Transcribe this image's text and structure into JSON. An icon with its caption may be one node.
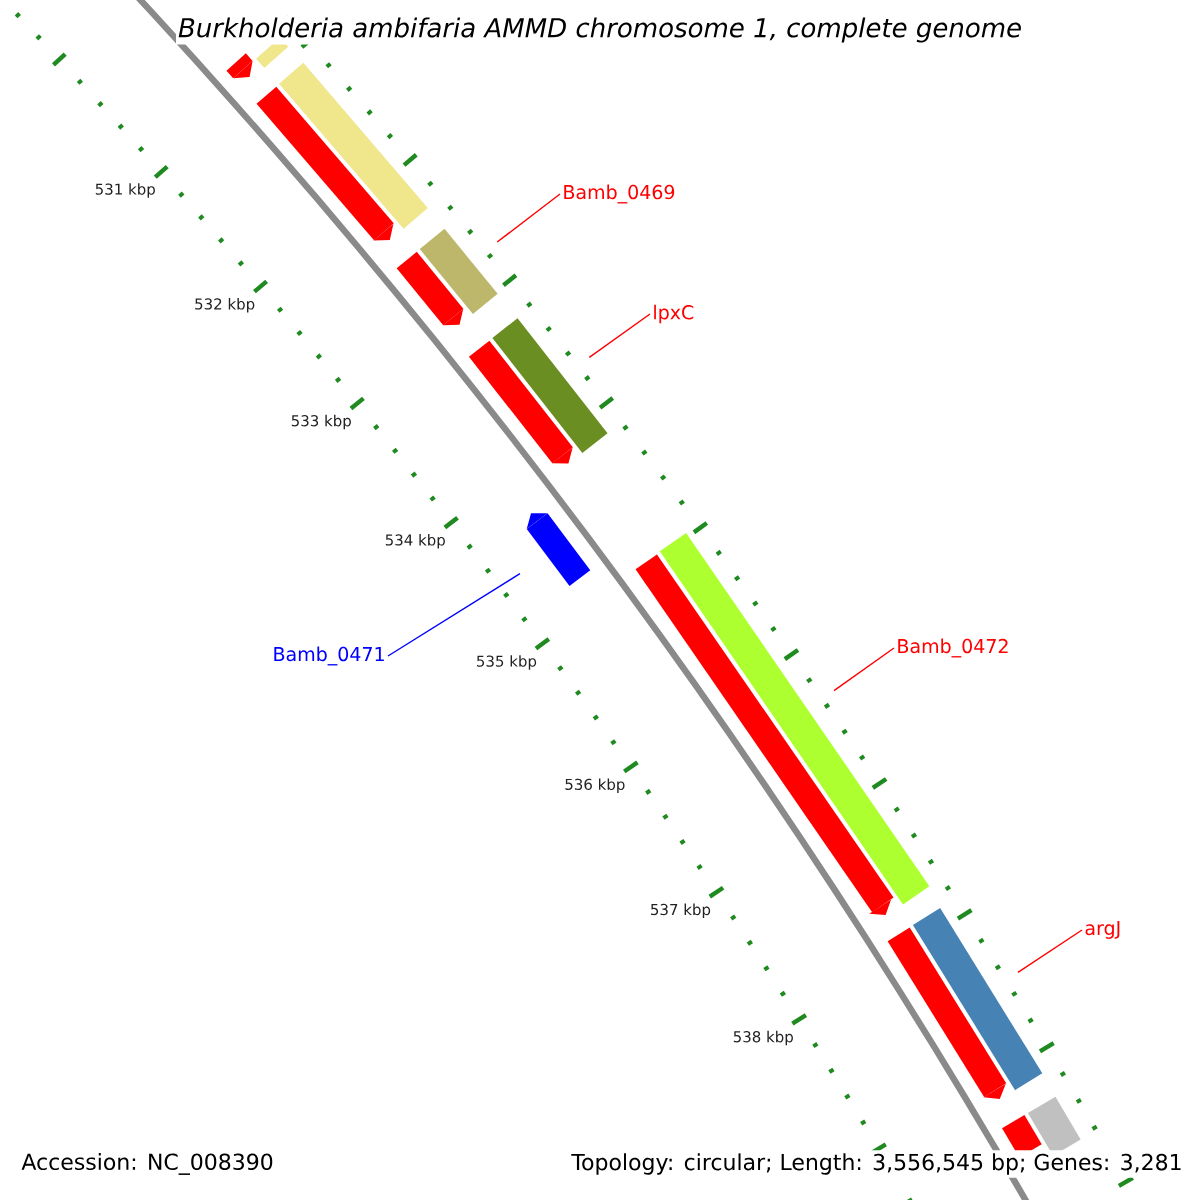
{
  "diagram": {
    "title": "Burkholderia ambifaria AMMD chromosome 1, complete genome",
    "nodes": [
      {
        "text": [
          "Bamb_0469"
        ]
      },
      {
        "text": [
          "lpxC"
        ]
      },
      {
        "text": [
          "Bamb_0471"
        ]
      },
      {
        "text": [
          "Bamb_0472"
        ]
      },
      {
        "text": [
          "argJ"
        ]
      },
      {
        "text": [],
        "shape": "arrow"
      },
      {
        "text": [],
        "shape": "bar"
      },
      {
        "text": [],
        "shape": "arrow"
      },
      {
        "text": [],
        "shape": "bar"
      },
      {
        "text": [],
        "shape": "arrow"
      },
      {
        "text": [],
        "shape": "bar"
      },
      {
        "text": [],
        "shape": "arrow"
      },
      {
        "text": [],
        "shape": "bar"
      },
      {
        "text": [],
        "shape": "arrow"
      },
      {
        "text": [],
        "shape": "arrow"
      },
      {
        "text": [],
        "shape": "bar"
      },
      {
        "text": [],
        "shape": "arrow"
      },
      {
        "text": [],
        "shape": "bar"
      },
      {
        "text": [],
        "shape": "bar"
      },
      {
        "text": [],
        "shape": "bar"
      }
    ],
    "edges": [
      {
        "from": 0,
        "to": 10,
        "arrow": "none"
      },
      {
        "from": 1,
        "to": 12,
        "arrow": "none"
      },
      {
        "from": 2,
        "to": 13,
        "arrow": "none",
        "color": "#0000ff"
      },
      {
        "from": 3,
        "to": 15,
        "arrow": "none"
      },
      {
        "from": 4,
        "to": 17,
        "arrow": "none"
      }
    ],
    "labels": [
      "531 kbp",
      "532 kbp",
      "533 kbp",
      "534 kbp",
      "535 kbp",
      "536 kbp",
      "537 kbp",
      "538 kbp",
      "Accession: NC_008390",
      "Topology: circular; Length: 3,556,545 bp; Genes: 3,281"
    ]
  }
}
